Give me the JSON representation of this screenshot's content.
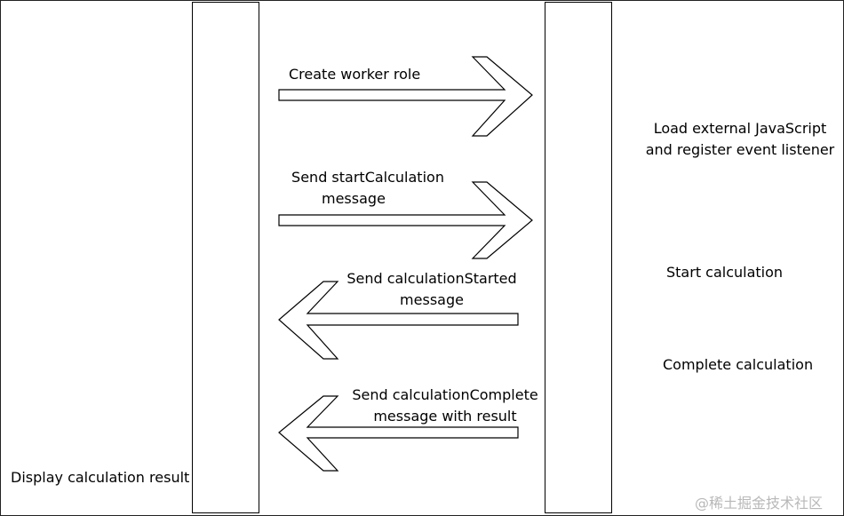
{
  "lifelines": [
    "",
    ""
  ],
  "messages": [
    {
      "lines": [
        "Create worker role"
      ],
      "direction": "right"
    },
    {
      "lines": [
        "Send startCalculation",
        "message"
      ],
      "direction": "right"
    },
    {
      "lines": [
        "Send calculationStarted",
        "message"
      ],
      "direction": "left"
    },
    {
      "lines": [
        "Send calculationComplete",
        "message with result"
      ],
      "direction": "left"
    }
  ],
  "notes": {
    "load": [
      "Load external JavaScript",
      "and register event listener"
    ],
    "start_calc": "Start calculation",
    "complete_calc": "Complete calculation",
    "display": "Display calculation result"
  },
  "watermark": "@稀土掘金技术社区",
  "colors": {
    "stroke": "#000000",
    "background": "#ffffff",
    "watermark": "#b8b8b8"
  }
}
